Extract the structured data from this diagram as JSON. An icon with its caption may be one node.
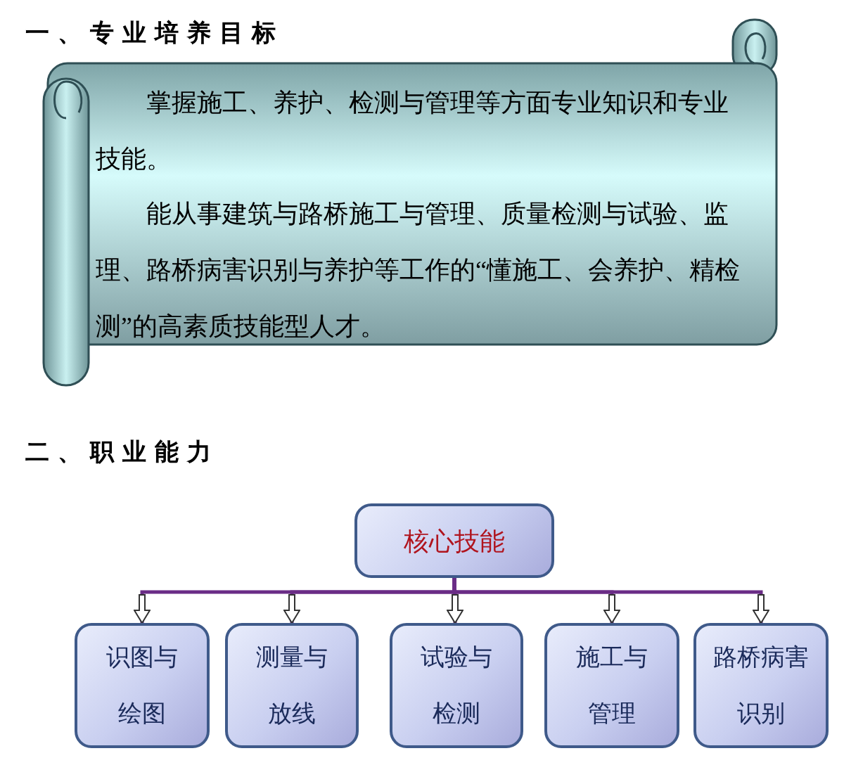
{
  "diagram": {
    "nodes": [
      {
        "text": [
          "掌握施工、养护、检测与管理等方面专业知识和专业技能。",
          "能从事建筑与路桥施工与管理、质量检测与试验、监理、路桥病害识别与养护等工作的“懂施工、会养护、精检测”的高素质技能型人才。"
        ]
      },
      {
        "text": [
          "核心技能"
        ]
      },
      {
        "text": [
          "识图与绘图"
        ]
      },
      {
        "text": [
          "测量与放线"
        ]
      },
      {
        "text": [
          "试验与检测"
        ]
      },
      {
        "text": [
          "施工与管理"
        ]
      },
      {
        "text": [
          "路桥病害识别"
        ]
      }
    ],
    "edges": [
      {
        "from": 1,
        "to": 2,
        "arrow": "to"
      },
      {
        "from": 1,
        "to": 3,
        "arrow": "to"
      },
      {
        "from": 1,
        "to": 4,
        "arrow": "to"
      },
      {
        "from": 1,
        "to": 5,
        "arrow": "to"
      },
      {
        "from": 1,
        "to": 6,
        "arrow": "to"
      }
    ],
    "labels": [
      "一、专业培养目标",
      "二、职业能力"
    ]
  }
}
